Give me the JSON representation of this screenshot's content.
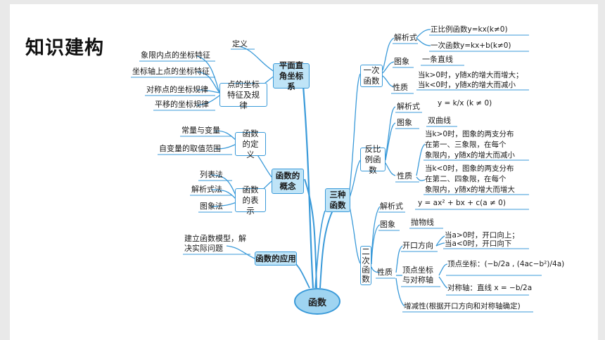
{
  "title": "知识建构",
  "root": "函数",
  "left": {
    "coord": {
      "label": "平面直角坐标系",
      "definition": "定义",
      "point_features": {
        "label": "点的坐标特征及规律",
        "items": [
          "象限内点的坐标特征",
          "坐标轴上点的坐标特征",
          "对称点的坐标规律",
          "平移的坐标规律"
        ]
      }
    },
    "concept": {
      "label": "函数的概念",
      "definition": {
        "label": "函数的定义",
        "items": [
          "常量与变量",
          "自变量的取值范围"
        ]
      },
      "representation": {
        "label": "函数的表示",
        "items": [
          "列表法",
          "解析式法",
          "图象法"
        ]
      }
    },
    "application": {
      "label": "函数的应用",
      "note": "建立函数模型，解决实际问题"
    }
  },
  "right": {
    "hub": "三种函数",
    "linear": {
      "label": "一次函数",
      "formula_label": "解析式",
      "formula1": "正比例函数y=kx(k≠0)",
      "formula2": "一次函数y=kx+b(k≠0)",
      "graph_label": "图象",
      "graph": "一条直线",
      "property_label": "性质",
      "prop1": "当k>0时，y随x的增大而增大；",
      "prop2": "当k<0时，y随x的增大而减小"
    },
    "inverse": {
      "label": "反比例函数",
      "formula_label": "解析式",
      "formula": "y = k/x (k ≠ 0)",
      "graph_label": "图象",
      "graph": "双曲线",
      "property_label": "性质",
      "prop1_l1": "当k>0时，图象的两支分布",
      "prop1_l2": "在第一、三象限，在每个",
      "prop1_l3": "象限内，y随x的增大而减小",
      "prop2_l1": "当k<0时，图象的两支分布",
      "prop2_l2": "在第二、四象限，在每个",
      "prop2_l3": "象限内，y随x的增大而增大"
    },
    "quadratic": {
      "label": "二次函数",
      "formula_label": "解析式",
      "formula": "y = ax² + bx + c(a ≠ 0)",
      "graph_label": "图象",
      "graph": "抛物线",
      "property_label": "性质",
      "opening_label": "开口方向",
      "opening1": "当a>0时，开口向上；",
      "opening2": "当a<0时，开口向下",
      "vertex_label": "顶点坐标与对称轴",
      "vertex": "顶点坐标：(−b/2a , (4ac−b²)/4a)",
      "axis": "对称轴：直线 x = −b/2a",
      "monotonic": "增减性(根据开口方向和对称轴确定)"
    }
  }
}
